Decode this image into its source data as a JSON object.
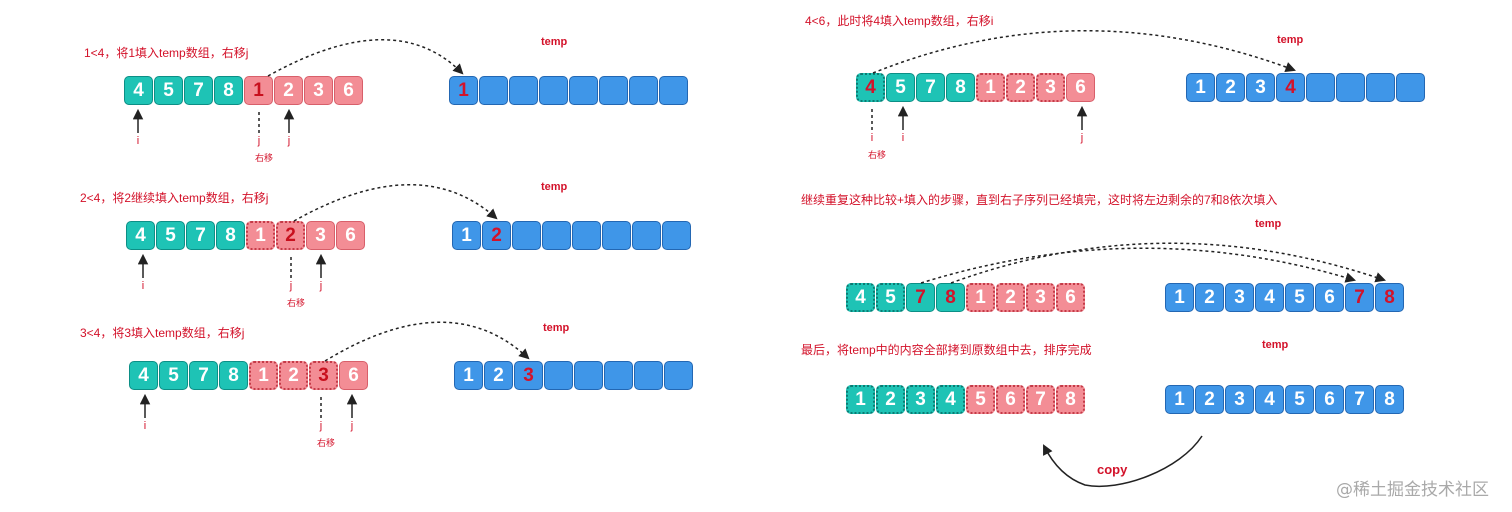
{
  "colors": {
    "teal": "#1ec3b5",
    "pink": "#f38d95",
    "blue": "#3f96e8",
    "annotation": "#d3122a"
  },
  "temp_label": "temp",
  "pointer_labels": {
    "i": "i",
    "j": "j",
    "shift": "右移"
  },
  "copy_label": "copy",
  "watermark": "@稀土掘金技术社区",
  "steps": [
    {
      "caption": "1<4，将1填入temp数组，右移j",
      "array": [
        {
          "v": "4",
          "c": "teal"
        },
        {
          "v": "5",
          "c": "teal"
        },
        {
          "v": "7",
          "c": "teal"
        },
        {
          "v": "8",
          "c": "teal"
        },
        {
          "v": "1",
          "c": "pink",
          "hl": true
        },
        {
          "v": "2",
          "c": "pink"
        },
        {
          "v": "3",
          "c": "pink"
        },
        {
          "v": "6",
          "c": "pink"
        }
      ],
      "temp": [
        {
          "v": "1",
          "c": "blue",
          "hl": true
        },
        {
          "v": ""
        },
        {
          "v": ""
        },
        {
          "v": ""
        },
        {
          "v": ""
        },
        {
          "v": ""
        },
        {
          "v": ""
        },
        {
          "v": ""
        }
      ]
    },
    {
      "caption": "2<4，将2继续填入temp数组，右移j",
      "array": [
        {
          "v": "4",
          "c": "teal"
        },
        {
          "v": "5",
          "c": "teal"
        },
        {
          "v": "7",
          "c": "teal"
        },
        {
          "v": "8",
          "c": "teal"
        },
        {
          "v": "1",
          "c": "pink",
          "dotted": true
        },
        {
          "v": "2",
          "c": "pink",
          "hl": true,
          "dotted": true
        },
        {
          "v": "3",
          "c": "pink"
        },
        {
          "v": "6",
          "c": "pink"
        }
      ],
      "temp": [
        {
          "v": "1",
          "c": "blue"
        },
        {
          "v": "2",
          "c": "blue",
          "hl": true
        },
        {
          "v": ""
        },
        {
          "v": ""
        },
        {
          "v": ""
        },
        {
          "v": ""
        },
        {
          "v": ""
        },
        {
          "v": ""
        }
      ]
    },
    {
      "caption": "3<4，将3填入temp数组，右移j",
      "array": [
        {
          "v": "4",
          "c": "teal"
        },
        {
          "v": "5",
          "c": "teal"
        },
        {
          "v": "7",
          "c": "teal"
        },
        {
          "v": "8",
          "c": "teal"
        },
        {
          "v": "1",
          "c": "pink",
          "dotted": true
        },
        {
          "v": "2",
          "c": "pink",
          "dotted": true
        },
        {
          "v": "3",
          "c": "pink",
          "hl": true,
          "dotted": true
        },
        {
          "v": "6",
          "c": "pink"
        }
      ],
      "temp": [
        {
          "v": "1",
          "c": "blue"
        },
        {
          "v": "2",
          "c": "blue"
        },
        {
          "v": "3",
          "c": "blue",
          "hl": true
        },
        {
          "v": ""
        },
        {
          "v": ""
        },
        {
          "v": ""
        },
        {
          "v": ""
        },
        {
          "v": ""
        }
      ]
    },
    {
      "caption": "4<6，此时将4填入temp数组，右移i",
      "array": [
        {
          "v": "4",
          "c": "teal",
          "hl": true,
          "dotted": true
        },
        {
          "v": "5",
          "c": "teal"
        },
        {
          "v": "7",
          "c": "teal"
        },
        {
          "v": "8",
          "c": "teal"
        },
        {
          "v": "1",
          "c": "pink",
          "dotted": true
        },
        {
          "v": "2",
          "c": "pink",
          "dotted": true
        },
        {
          "v": "3",
          "c": "pink",
          "dotted": true
        },
        {
          "v": "6",
          "c": "pink"
        }
      ],
      "temp": [
        {
          "v": "1",
          "c": "blue"
        },
        {
          "v": "2",
          "c": "blue"
        },
        {
          "v": "3",
          "c": "blue"
        },
        {
          "v": "4",
          "c": "blue",
          "hl": true
        },
        {
          "v": ""
        },
        {
          "v": ""
        },
        {
          "v": ""
        },
        {
          "v": ""
        }
      ]
    },
    {
      "caption": "继续重复这种比较+填入的步骤，直到右子序列已经填完，这时将左边剩余的7和8依次填入",
      "array": [
        {
          "v": "4",
          "c": "teal",
          "dotted": true
        },
        {
          "v": "5",
          "c": "teal",
          "dotted": true
        },
        {
          "v": "7",
          "c": "teal",
          "hl": true
        },
        {
          "v": "8",
          "c": "teal",
          "hl": true
        },
        {
          "v": "1",
          "c": "pink",
          "dotted": true
        },
        {
          "v": "2",
          "c": "pink",
          "dotted": true
        },
        {
          "v": "3",
          "c": "pink",
          "dotted": true
        },
        {
          "v": "6",
          "c": "pink",
          "dotted": true
        }
      ],
      "temp": [
        {
          "v": "1",
          "c": "blue"
        },
        {
          "v": "2",
          "c": "blue"
        },
        {
          "v": "3",
          "c": "blue"
        },
        {
          "v": "4",
          "c": "blue"
        },
        {
          "v": "5",
          "c": "blue"
        },
        {
          "v": "6",
          "c": "blue"
        },
        {
          "v": "7",
          "c": "blue",
          "hl": true
        },
        {
          "v": "8",
          "c": "blue",
          "hl": true
        }
      ]
    },
    {
      "caption": "最后，将temp中的内容全部拷到原数组中去，排序完成",
      "array": [
        {
          "v": "1",
          "c": "teal",
          "dotted": true
        },
        {
          "v": "2",
          "c": "teal",
          "dotted": true
        },
        {
          "v": "3",
          "c": "teal",
          "dotted": true
        },
        {
          "v": "4",
          "c": "teal",
          "dotted": true
        },
        {
          "v": "5",
          "c": "pink",
          "dotted": true
        },
        {
          "v": "6",
          "c": "pink",
          "dotted": true
        },
        {
          "v": "7",
          "c": "pink",
          "dotted": true
        },
        {
          "v": "8",
          "c": "pink",
          "dotted": true
        }
      ],
      "temp": [
        {
          "v": "1",
          "c": "blue"
        },
        {
          "v": "2",
          "c": "blue"
        },
        {
          "v": "3",
          "c": "blue"
        },
        {
          "v": "4",
          "c": "blue"
        },
        {
          "v": "5",
          "c": "blue"
        },
        {
          "v": "6",
          "c": "blue"
        },
        {
          "v": "7",
          "c": "blue"
        },
        {
          "v": "8",
          "c": "blue"
        }
      ]
    }
  ]
}
